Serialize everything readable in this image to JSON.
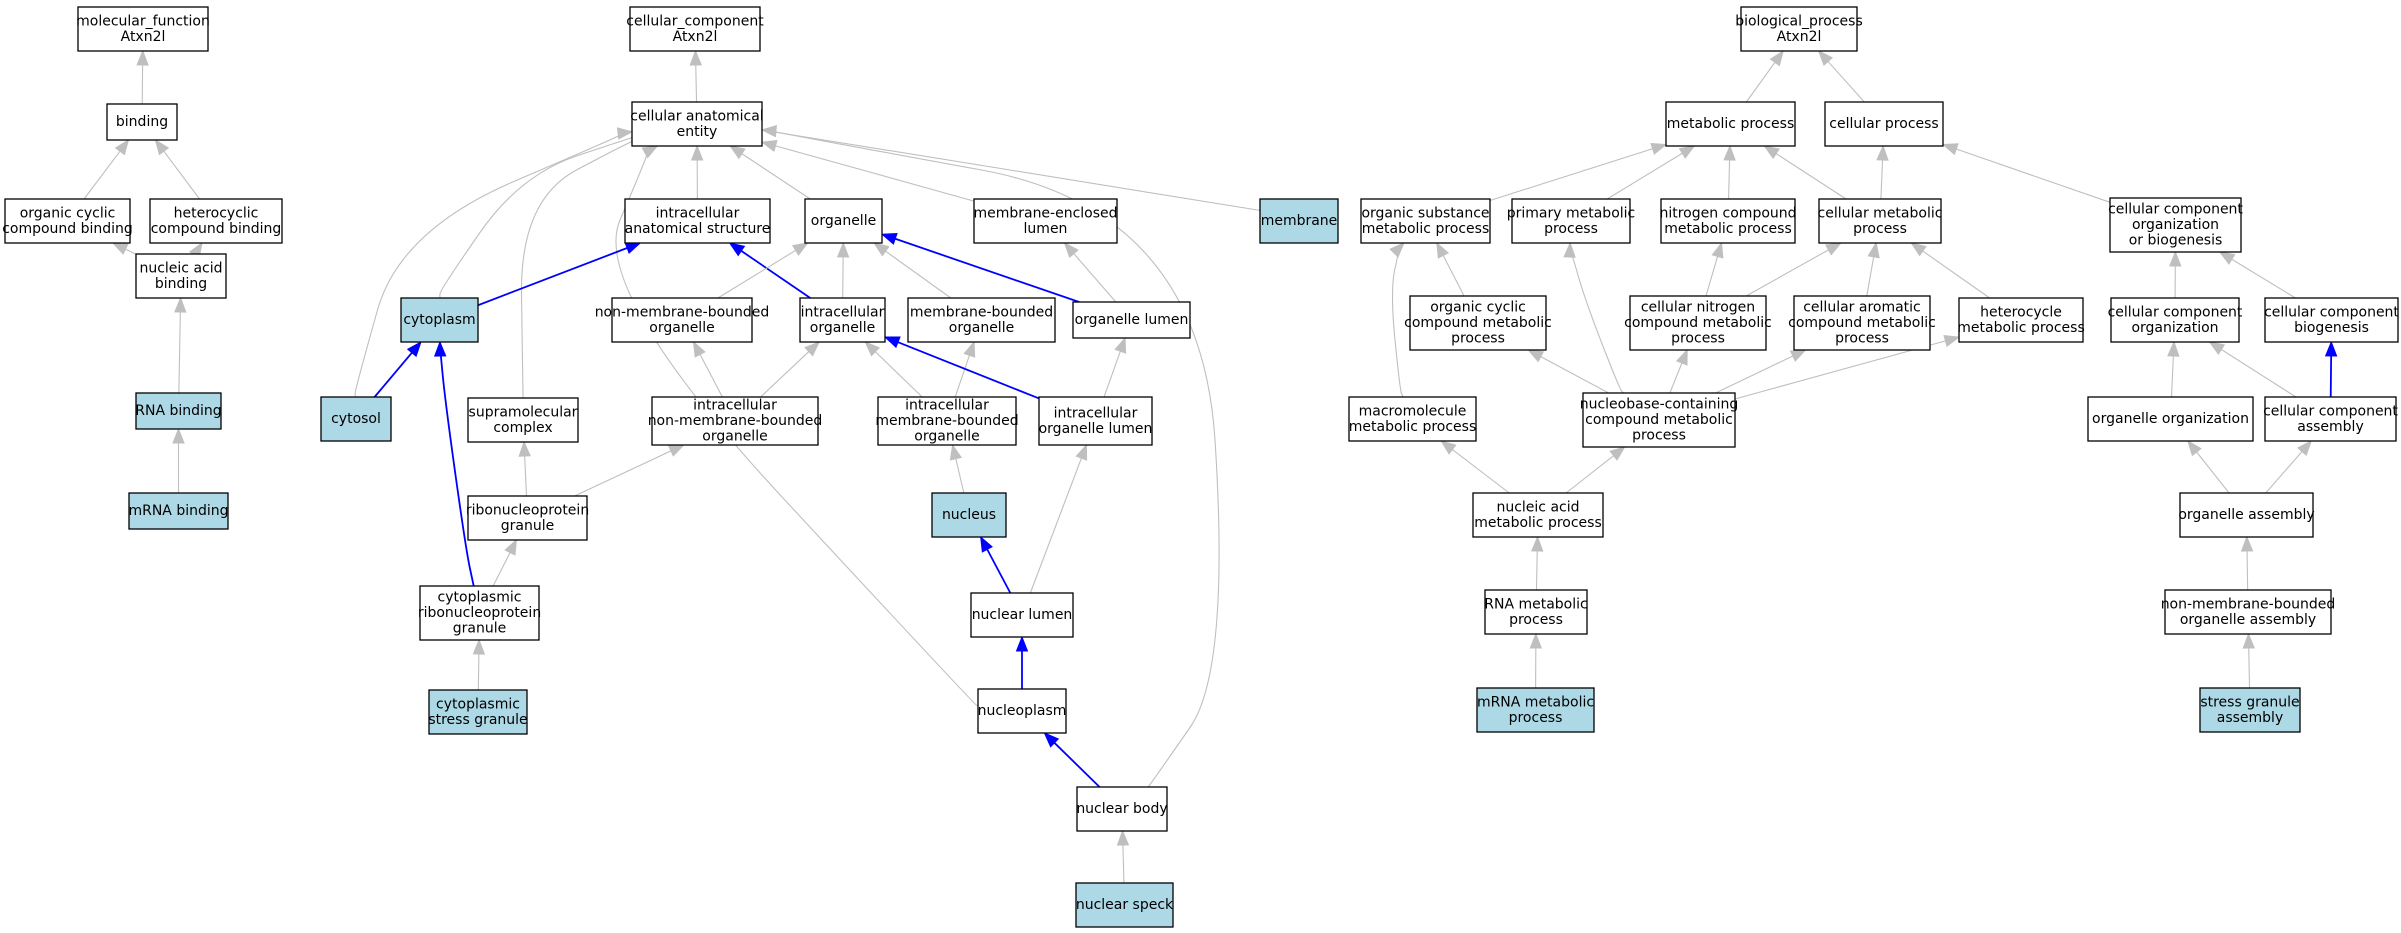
{
  "colors": {
    "highlight_fill": "#add8e6",
    "node_fill": "#ffffff",
    "node_stroke": "#000000",
    "edge_gray": "#bfbfbf",
    "edge_blue": "#0000ff"
  },
  "nodes": {
    "mf_root": {
      "lines": [
        "molecular_function",
        "Atxn2l"
      ],
      "highlight": false
    },
    "binding": {
      "lines": [
        "binding"
      ],
      "highlight": false
    },
    "org_cyc_bind": {
      "lines": [
        "organic cyclic",
        "compound binding"
      ],
      "highlight": false
    },
    "hetero_bind": {
      "lines": [
        "heterocyclic",
        "compound binding"
      ],
      "highlight": false
    },
    "nucacid_bind": {
      "lines": [
        "nucleic acid",
        "binding"
      ],
      "highlight": false
    },
    "rna_bind": {
      "lines": [
        "RNA binding"
      ],
      "highlight": true
    },
    "mrna_bind": {
      "lines": [
        "mRNA binding"
      ],
      "highlight": true
    },
    "cc_root": {
      "lines": [
        "cellular_component",
        "Atxn2l"
      ],
      "highlight": false
    },
    "cae": {
      "lines": [
        "cellular anatomical",
        "entity"
      ],
      "highlight": false
    },
    "ias": {
      "lines": [
        "intracellular",
        "anatomical structure"
      ],
      "highlight": false
    },
    "organelle": {
      "lines": [
        "organelle"
      ],
      "highlight": false
    },
    "mel": {
      "lines": [
        "membrane-enclosed",
        "lumen"
      ],
      "highlight": false
    },
    "membrane": {
      "lines": [
        "membrane"
      ],
      "highlight": true
    },
    "cytoplasm": {
      "lines": [
        "cytoplasm"
      ],
      "highlight": true
    },
    "nmbo": {
      "lines": [
        "non-membrane-bounded",
        "organelle"
      ],
      "highlight": false
    },
    "intra_org": {
      "lines": [
        "intracellular",
        "organelle"
      ],
      "highlight": false
    },
    "mbo": {
      "lines": [
        "membrane-bounded",
        "organelle"
      ],
      "highlight": false
    },
    "org_lumen": {
      "lines": [
        "organelle lumen"
      ],
      "highlight": false
    },
    "cytosol": {
      "lines": [
        "cytosol"
      ],
      "highlight": true
    },
    "supramol": {
      "lines": [
        "supramolecular",
        "complex"
      ],
      "highlight": false
    },
    "inmbo": {
      "lines": [
        "intracellular",
        "non-membrane-bounded",
        "organelle"
      ],
      "highlight": false
    },
    "imbo": {
      "lines": [
        "intracellular",
        "membrane-bounded",
        "organelle"
      ],
      "highlight": false
    },
    "iol": {
      "lines": [
        "intracellular",
        "organelle lumen"
      ],
      "highlight": false
    },
    "rnp_granule": {
      "lines": [
        "ribonucleoprotein",
        "granule"
      ],
      "highlight": false
    },
    "nucleus": {
      "lines": [
        "nucleus"
      ],
      "highlight": true
    },
    "crnp": {
      "lines": [
        "cytoplasmic",
        "ribonucleoprotein",
        "granule"
      ],
      "highlight": false
    },
    "nuc_lumen": {
      "lines": [
        "nuclear lumen"
      ],
      "highlight": false
    },
    "csg": {
      "lines": [
        "cytoplasmic",
        "stress granule"
      ],
      "highlight": true
    },
    "nucleoplasm": {
      "lines": [
        "nucleoplasm"
      ],
      "highlight": false
    },
    "nuc_body": {
      "lines": [
        "nuclear body"
      ],
      "highlight": false
    },
    "nuc_speck": {
      "lines": [
        "nuclear speck"
      ],
      "highlight": true
    },
    "bp_root": {
      "lines": [
        "biological_process",
        "Atxn2l"
      ],
      "highlight": false
    },
    "metab": {
      "lines": [
        "metabolic process"
      ],
      "highlight": false
    },
    "cell_proc": {
      "lines": [
        "cellular process"
      ],
      "highlight": false
    },
    "osmp": {
      "lines": [
        "organic substance",
        "metabolic process"
      ],
      "highlight": false
    },
    "pmp": {
      "lines": [
        "primary metabolic",
        "process"
      ],
      "highlight": false
    },
    "ncmp": {
      "lines": [
        "nitrogen compound",
        "metabolic process"
      ],
      "highlight": false
    },
    "cmp": {
      "lines": [
        "cellular metabolic",
        "process"
      ],
      "highlight": false
    },
    "ccob": {
      "lines": [
        "cellular component",
        "organization",
        "or biogenesis"
      ],
      "highlight": false
    },
    "occmp": {
      "lines": [
        "organic cyclic",
        "compound metabolic",
        "process"
      ],
      "highlight": false
    },
    "cncmp": {
      "lines": [
        "cellular nitrogen",
        "compound metabolic",
        "process"
      ],
      "highlight": false
    },
    "cacmp": {
      "lines": [
        "cellular aromatic",
        "compound metabolic",
        "process"
      ],
      "highlight": false
    },
    "hmp": {
      "lines": [
        "heterocycle",
        "metabolic process"
      ],
      "highlight": false
    },
    "cco": {
      "lines": [
        "cellular component",
        "organization"
      ],
      "highlight": false
    },
    "ccb": {
      "lines": [
        "cellular component",
        "biogenesis"
      ],
      "highlight": false
    },
    "mmp": {
      "lines": [
        "macromolecule",
        "metabolic process"
      ],
      "highlight": false
    },
    "nbccmp": {
      "lines": [
        "nucleobase-containing",
        "compound metabolic",
        "process"
      ],
      "highlight": false
    },
    "org_org": {
      "lines": [
        "organelle organization"
      ],
      "highlight": false
    },
    "cca": {
      "lines": [
        "cellular component",
        "assembly"
      ],
      "highlight": false
    },
    "namp": {
      "lines": [
        "nucleic acid",
        "metabolic process"
      ],
      "highlight": false
    },
    "org_asm": {
      "lines": [
        "organelle assembly"
      ],
      "highlight": false
    },
    "rmp": {
      "lines": [
        "RNA metabolic",
        "process"
      ],
      "highlight": false
    },
    "nmboa": {
      "lines": [
        "non-membrane-bounded",
        "organelle assembly"
      ],
      "highlight": false
    },
    "mrnamp": {
      "lines": [
        "mRNA metabolic",
        "process"
      ],
      "highlight": true
    },
    "sga": {
      "lines": [
        "stress granule",
        "assembly"
      ],
      "highlight": true
    }
  },
  "edges": [
    [
      "binding",
      "mf_root",
      "gray"
    ],
    [
      "org_cyc_bind",
      "binding",
      "gray"
    ],
    [
      "hetero_bind",
      "binding",
      "gray"
    ],
    [
      "nucacid_bind",
      "org_cyc_bind",
      "gray"
    ],
    [
      "nucacid_bind",
      "hetero_bind",
      "gray"
    ],
    [
      "rna_bind",
      "nucacid_bind",
      "gray"
    ],
    [
      "mrna_bind",
      "rna_bind",
      "gray"
    ],
    [
      "cae",
      "cc_root",
      "gray"
    ],
    [
      "ias",
      "cae",
      "gray"
    ],
    [
      "organelle",
      "cae",
      "gray"
    ],
    [
      "mel",
      "cae",
      "gray"
    ],
    [
      "membrane",
      "cae",
      "gray"
    ],
    [
      "cytoplasm",
      "cae",
      "gray"
    ],
    [
      "cytosol",
      "cae",
      "gray"
    ],
    [
      "supramol",
      "cae",
      "gray"
    ],
    [
      "nucleoplasm",
      "cae",
      "gray"
    ],
    [
      "nuc_body",
      "cae",
      "gray"
    ],
    [
      "cytoplasm",
      "ias",
      "blue"
    ],
    [
      "intra_org",
      "ias",
      "blue"
    ],
    [
      "intra_org",
      "organelle",
      "gray"
    ],
    [
      "nmbo",
      "organelle",
      "gray"
    ],
    [
      "mbo",
      "organelle",
      "gray"
    ],
    [
      "org_lumen",
      "organelle",
      "blue"
    ],
    [
      "org_lumen",
      "mel",
      "gray"
    ],
    [
      "cytosol",
      "cytoplasm",
      "blue"
    ],
    [
      "crnp",
      "cytoplasm",
      "blue"
    ],
    [
      "inmbo",
      "nmbo",
      "gray"
    ],
    [
      "inmbo",
      "intra_org",
      "gray"
    ],
    [
      "imbo",
      "intra_org",
      "gray"
    ],
    [
      "imbo",
      "mbo",
      "gray"
    ],
    [
      "iol",
      "intra_org",
      "blue"
    ],
    [
      "iol",
      "org_lumen",
      "gray"
    ],
    [
      "rnp_granule",
      "supramol",
      "gray"
    ],
    [
      "rnp_granule",
      "inmbo",
      "gray"
    ],
    [
      "nucleus",
      "imbo",
      "gray"
    ],
    [
      "crnp",
      "rnp_granule",
      "gray"
    ],
    [
      "nuc_lumen",
      "nucleus",
      "blue"
    ],
    [
      "nuc_lumen",
      "iol",
      "gray"
    ],
    [
      "csg",
      "crnp",
      "gray"
    ],
    [
      "nucleoplasm",
      "nuc_lumen",
      "blue"
    ],
    [
      "nuc_body",
      "nucleoplasm",
      "blue"
    ],
    [
      "nuc_speck",
      "nuc_body",
      "gray"
    ],
    [
      "metab",
      "bp_root",
      "gray"
    ],
    [
      "cell_proc",
      "bp_root",
      "gray"
    ],
    [
      "osmp",
      "metab",
      "gray"
    ],
    [
      "pmp",
      "metab",
      "gray"
    ],
    [
      "ncmp",
      "metab",
      "gray"
    ],
    [
      "cmp",
      "metab",
      "gray"
    ],
    [
      "cmp",
      "cell_proc",
      "gray"
    ],
    [
      "ccob",
      "cell_proc",
      "gray"
    ],
    [
      "occmp",
      "osmp",
      "gray"
    ],
    [
      "cncmp",
      "ncmp",
      "gray"
    ],
    [
      "cncmp",
      "cmp",
      "gray"
    ],
    [
      "cacmp",
      "cmp",
      "gray"
    ],
    [
      "hmp",
      "cmp",
      "gray"
    ],
    [
      "cco",
      "ccob",
      "gray"
    ],
    [
      "ccb",
      "ccob",
      "gray"
    ],
    [
      "mmp",
      "osmp",
      "gray"
    ],
    [
      "nbccmp",
      "occmp",
      "gray"
    ],
    [
      "nbccmp",
      "pmp",
      "gray"
    ],
    [
      "nbccmp",
      "cncmp",
      "gray"
    ],
    [
      "nbccmp",
      "cacmp",
      "gray"
    ],
    [
      "nbccmp",
      "hmp",
      "gray"
    ],
    [
      "org_org",
      "cco",
      "gray"
    ],
    [
      "cca",
      "cco",
      "gray"
    ],
    [
      "cca",
      "ccb",
      "blue"
    ],
    [
      "namp",
      "mmp",
      "gray"
    ],
    [
      "namp",
      "nbccmp",
      "gray"
    ],
    [
      "org_asm",
      "org_org",
      "gray"
    ],
    [
      "org_asm",
      "cca",
      "gray"
    ],
    [
      "rmp",
      "namp",
      "gray"
    ],
    [
      "nmboa",
      "org_asm",
      "gray"
    ],
    [
      "mrnamp",
      "rmp",
      "gray"
    ],
    [
      "sga",
      "nmboa",
      "gray"
    ]
  ]
}
